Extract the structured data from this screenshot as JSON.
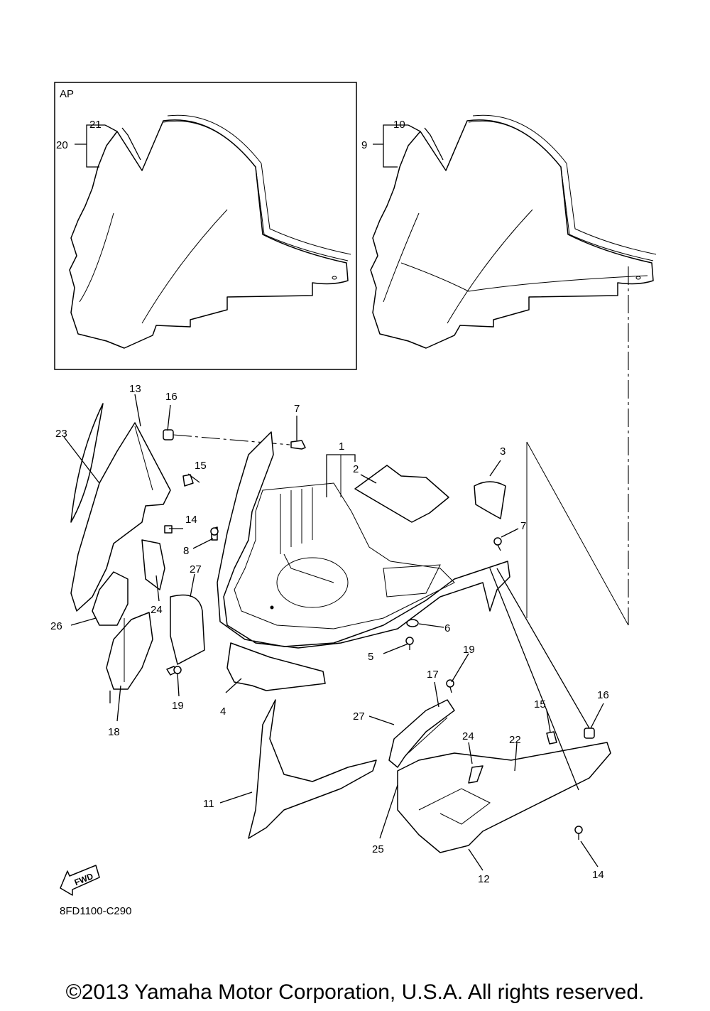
{
  "box_label": "AP",
  "callouts": [
    "1",
    "2",
    "3",
    "4",
    "5",
    "6",
    "7",
    "7",
    "8",
    "9",
    "10",
    "11",
    "12",
    "13",
    "14",
    "14",
    "15",
    "15",
    "16",
    "16",
    "17",
    "18",
    "19",
    "19",
    "20",
    "21",
    "22",
    "23",
    "24",
    "24",
    "25",
    "26",
    "27",
    "27"
  ],
  "fwd_label": "FWD",
  "diagram_code": "8FD1100-C290",
  "copyright": "©2013 Yamaha Motor Corporation, U.S.A. All rights reserved."
}
